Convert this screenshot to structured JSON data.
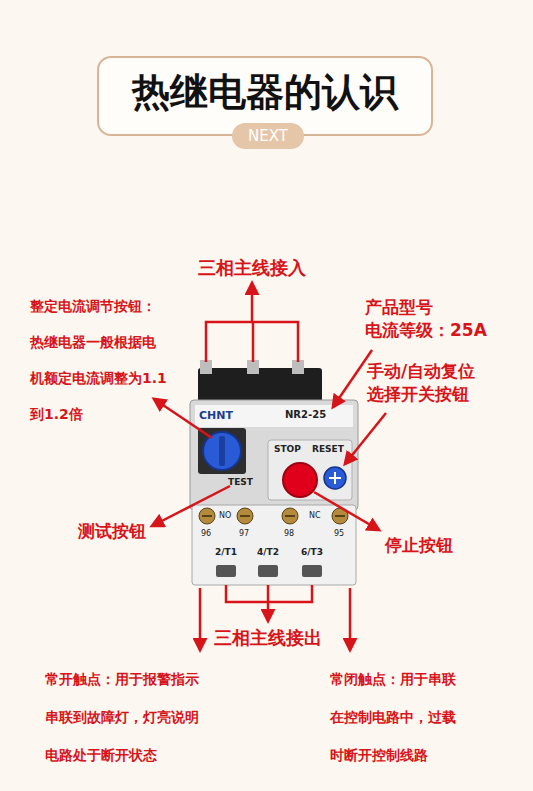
{
  "diagram": {
    "title": "热继电器的认识",
    "nodes": [
      {
        "text": [
          "NEXT"
        ]
      }
    ],
    "labels": [
      "三相主线接入",
      "产品型号 电流等级：25A",
      "整定电流调节按钮： 热继电器一般根据电 机额定电流调整为1.1 到1.2倍",
      "手动/自动复位 选择开关按钮",
      "测试按钮",
      "停止按钮",
      "三相主线接出",
      "常开触点：用于报警指示 串联到故障灯，灯亮说明 电路处于断开状态",
      "常闭触点：用于串联 在控制电路中，过载 时断开控制线路",
      "CHNT",
      "NR2-25",
      "STOP",
      "RESET",
      "TEST",
      "NO",
      "NC",
      "96",
      "97",
      "98",
      "95",
      "2/T1",
      "4/T2",
      "6/T3"
    ]
  }
}
